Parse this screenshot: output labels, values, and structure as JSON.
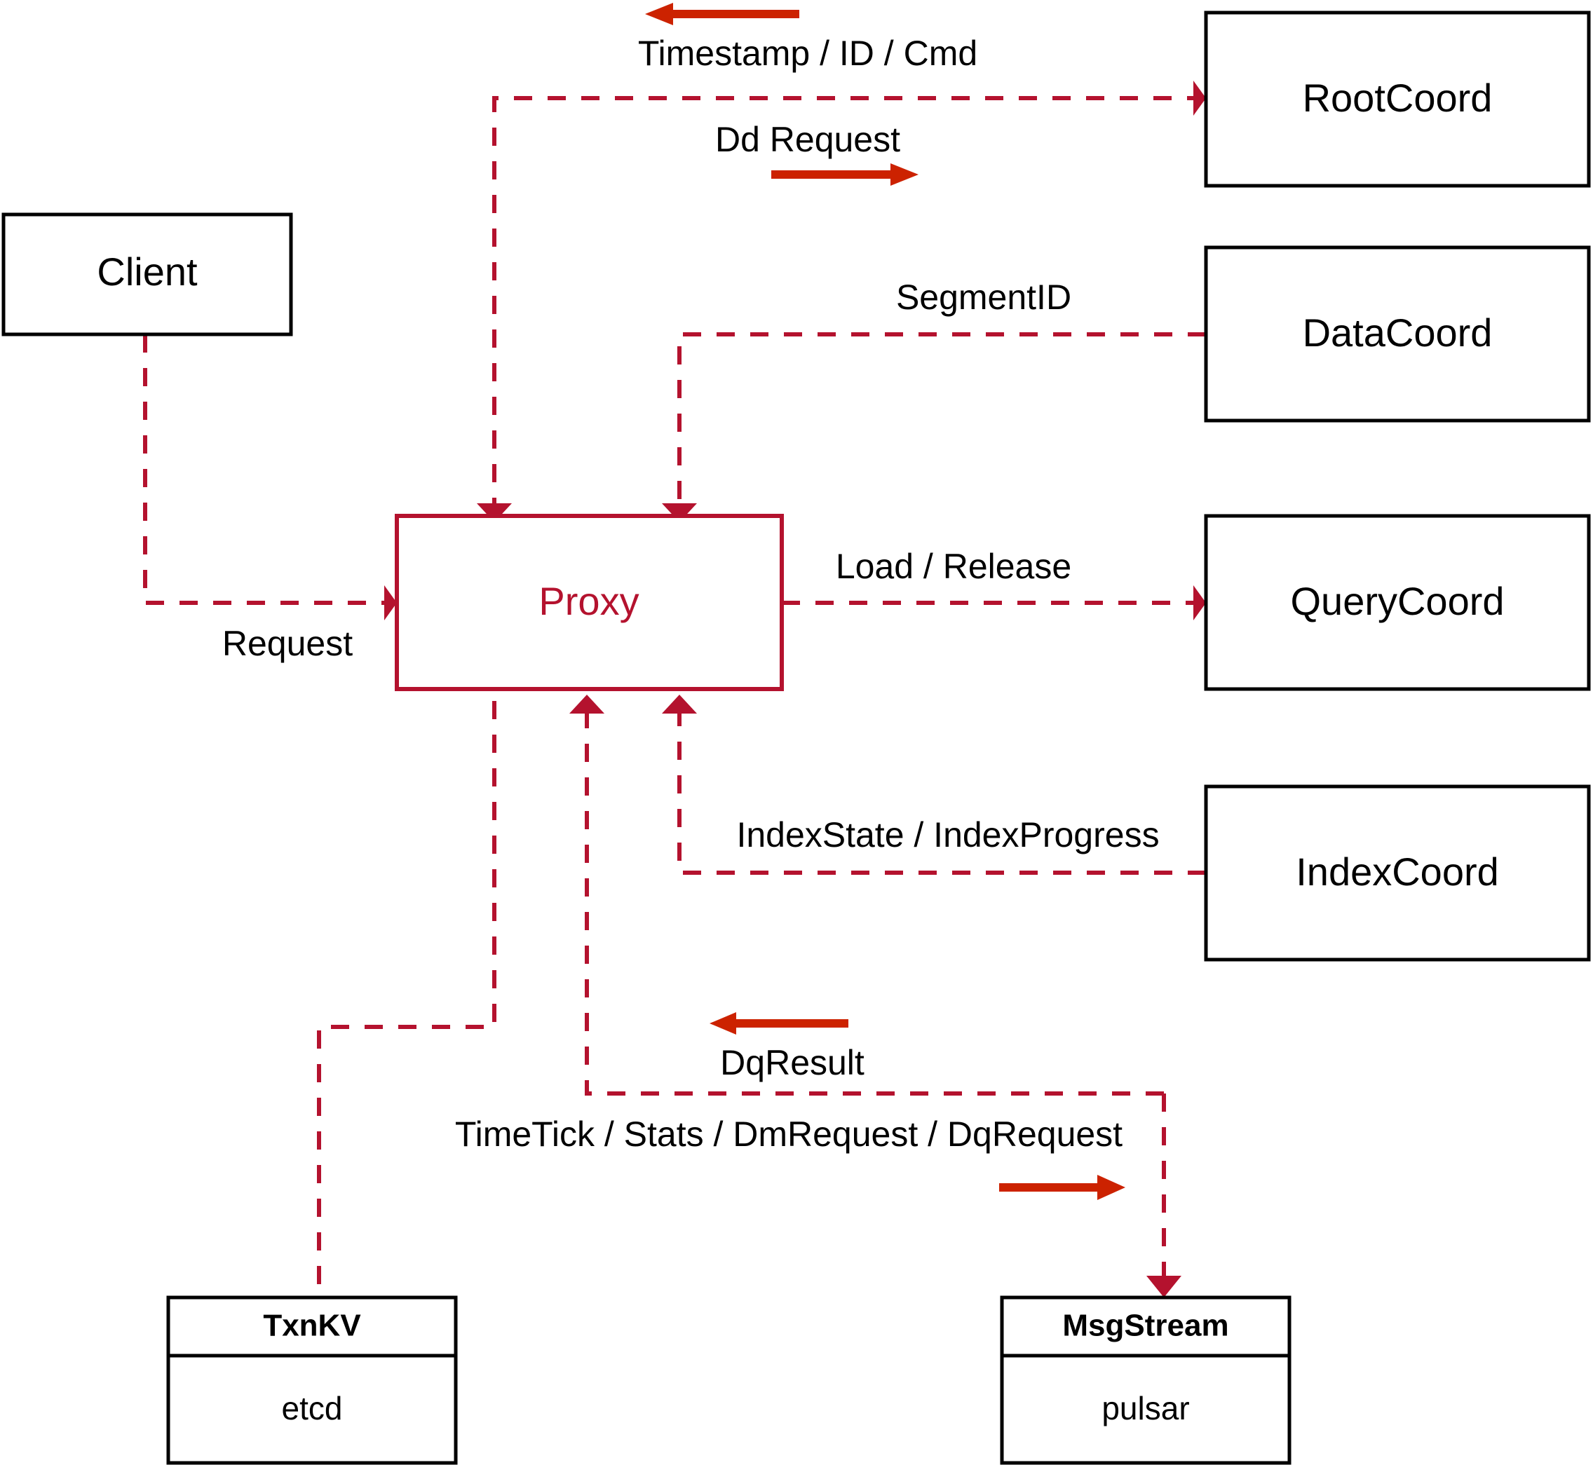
{
  "diagram": {
    "title": "Milvus Proxy architecture data flow",
    "colors": {
      "accent": "#b4122e",
      "flow_arrow": "#cc2200",
      "node_stroke": "#000000",
      "background": "#ffffff"
    },
    "nodes": {
      "client": {
        "label": "Client"
      },
      "proxy": {
        "label": "Proxy"
      },
      "root_coord": {
        "label": "RootCoord"
      },
      "data_coord": {
        "label": "DataCoord"
      },
      "query_coord": {
        "label": "QueryCoord"
      },
      "index_coord": {
        "label": "IndexCoord"
      },
      "txnkv": {
        "title": "TxnKV",
        "impl": "etcd"
      },
      "msgstream": {
        "title": "MsgStream",
        "impl": "pulsar"
      }
    },
    "edges": {
      "timestamp_id_cmd": {
        "label": "Timestamp / ID / Cmd",
        "direction": "left"
      },
      "dd_request": {
        "label": "Dd Request",
        "direction": "right"
      },
      "segment_id": {
        "label": "SegmentID",
        "direction": "left"
      },
      "request": {
        "label": "Request",
        "direction": "right"
      },
      "load_release": {
        "label": "Load / Release",
        "direction": "right"
      },
      "index_state_progress": {
        "label": "IndexState / IndexProgress",
        "direction": "left"
      },
      "dq_result": {
        "label": "DqResult",
        "direction": "left"
      },
      "timetick_stats": {
        "label": "TimeTick / Stats / DmRequest / DqRequest",
        "direction": "right"
      }
    }
  }
}
